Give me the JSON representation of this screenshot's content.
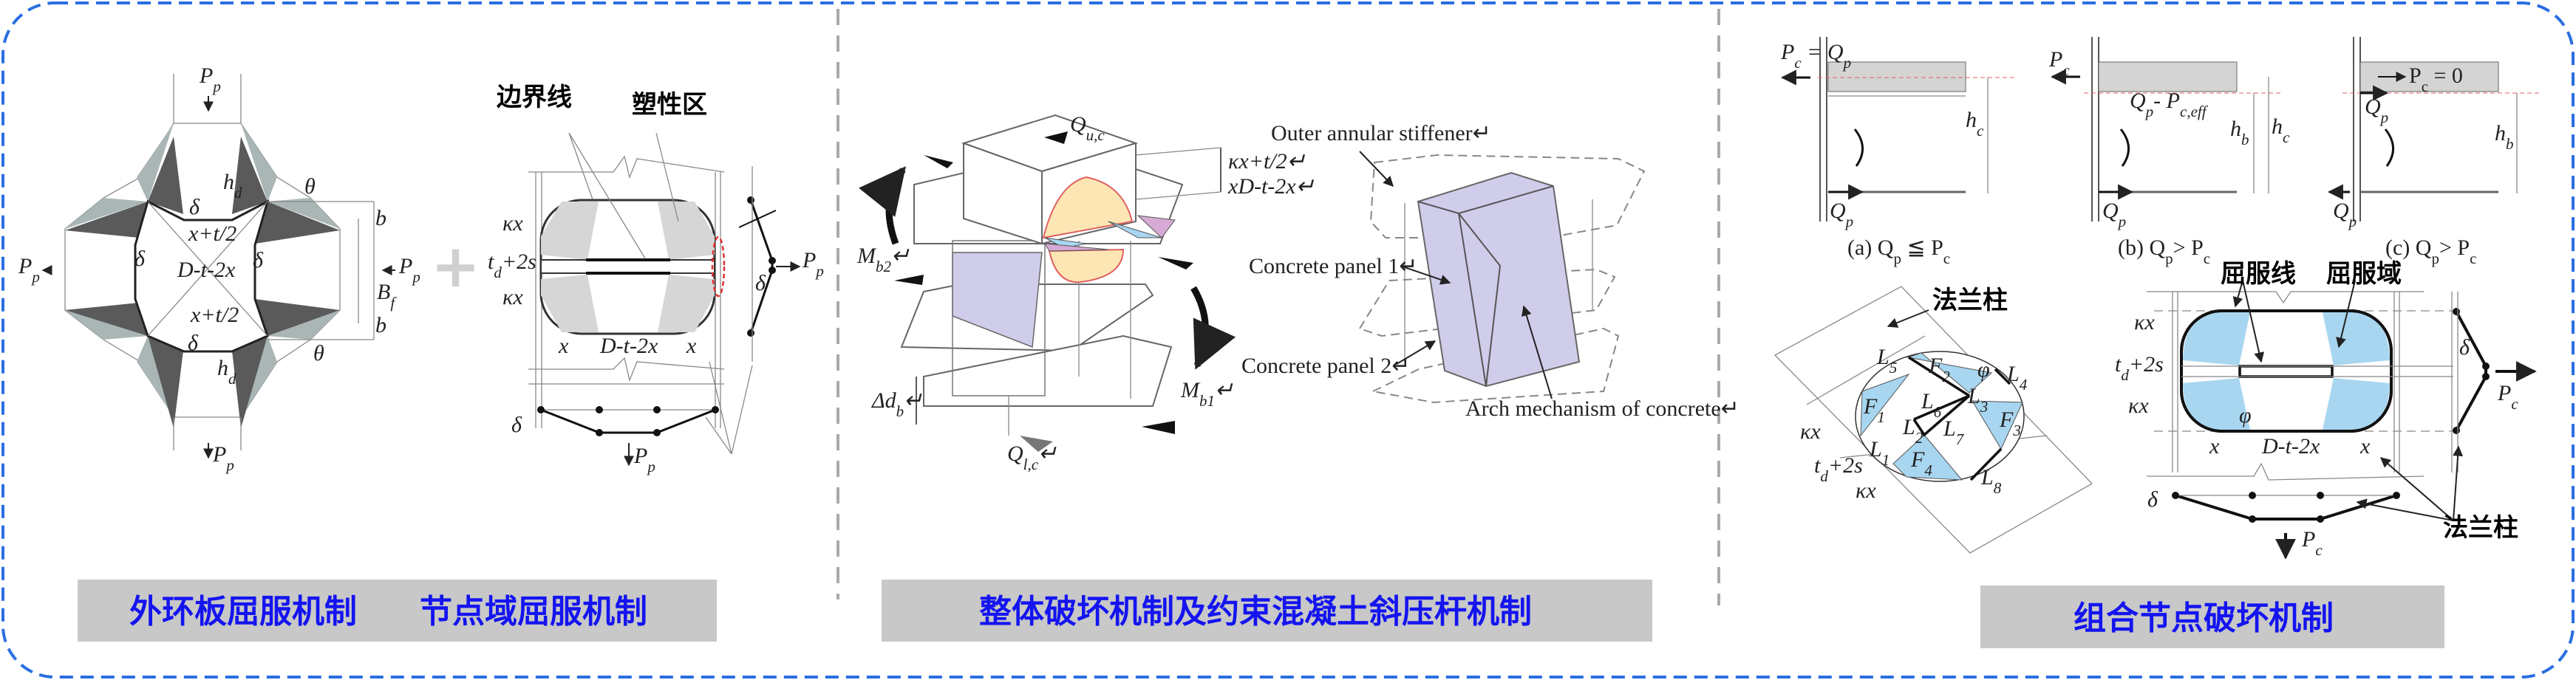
{
  "colors": {
    "border": "#2a6fe0",
    "caption_bg": "#c8c8c8",
    "caption_text": "#1414f0",
    "dark_gray": "#5a5a5a",
    "light_gray": "#aab6b6",
    "purple": "#cfcdea",
    "yellow": "#fde6b4",
    "blue": "#a8d6f0",
    "pink": "#d7a9d5",
    "red": "#e03030"
  },
  "panel1": {
    "caption_a": "外环板屈服机制",
    "caption_b": "节点域屈服机制",
    "left": {
      "pp_top": "P_p",
      "pp_left": "P_p",
      "pp_right": "P_p",
      "pp_bottom": "P_p",
      "hd_top": "h_d",
      "hd_bottom": "h_d",
      "theta_top": "θ",
      "theta_bottom": "θ",
      "delta_top": "δ",
      "delta_left": "δ",
      "delta_right": "δ",
      "delta_bottom": "δ",
      "xt2_top": "x+t/2",
      "xt2_bottom": "x+t/2",
      "dt2x": "D-t-2x",
      "b_top": "b",
      "b_bottom": "b",
      "bf": "B_f"
    },
    "plus": "+",
    "right": {
      "boundary_line": "边界线",
      "plastic_zone": "塑性区",
      "kx_top": "κx",
      "td2s": "t_d+2s",
      "kx_bottom": "κx",
      "x_left": "x",
      "dt2x": "D-t-2x",
      "x_right": "x",
      "delta_bottom": "δ",
      "pp_bottom": "P_p",
      "pp_right": "P_p",
      "delta_right": "δ"
    }
  },
  "panel2": {
    "caption": "整体破坏机制及约束混凝土斜压杆机制",
    "quc": "Q_u,c",
    "kxt2": "κx+t/2↵",
    "xdt2x": "xD-t-2x↵",
    "mb2": "M_b2↵",
    "mb1": "M_b1↵",
    "ddb": "Δd_b↵",
    "qlc": "Q_l,c↵",
    "outer_stiffener": "Outer annular stiffener↵",
    "panel1": "Concrete panel 1↵",
    "panel2": "Concrete panel 2↵",
    "arch": "Arch mechanism of concrete↵"
  },
  "panel3": {
    "caption": "组合节点破坏机制",
    "a": {
      "pc_qp": "P_c = Q_p",
      "hc": "h_c",
      "qp": "Q_p",
      "caption": "(a) Q_p ≦ P_c"
    },
    "b": {
      "pc": "P_c",
      "qp_pceff": "Q_p- P_c,eff",
      "hb": "h_b",
      "hc": "h_c",
      "qp": "Q_p",
      "caption": "(b) Q_p> P_c"
    },
    "c": {
      "pc0": "P_c = 0",
      "qp_top": "Q_p",
      "hb": "h_b",
      "qp": "Q_p",
      "caption": "(c) Q_p> P_c"
    },
    "rotated": {
      "flange_column": "法兰柱",
      "l1": "L_1",
      "l2": "L_2",
      "l3": "L_3",
      "l4": "L_4",
      "l5": "L_5",
      "l6": "L_6",
      "l7": "L_7",
      "l8": "L_8",
      "f1": "F_1",
      "f2": "F_2",
      "f3": "F_3",
      "f4": "F_4",
      "phi": "φ",
      "kx_top": "κx",
      "td2s": "t_d+2s",
      "kx_bottom": "κx"
    },
    "yield": {
      "yield_line": "屈服线",
      "yield_zone": "屈服域",
      "kx_top": "κx",
      "td2s": "t_d+2s",
      "kx_bottom": "κx",
      "x_left": "x",
      "dt2x": "D-t-2x",
      "x_right": "x",
      "phi": "φ",
      "delta_bottom": "δ",
      "delta_right": "δ",
      "pc_right": "P_c",
      "pc_bottom": "P_c",
      "flange_column": "法兰柱"
    }
  }
}
